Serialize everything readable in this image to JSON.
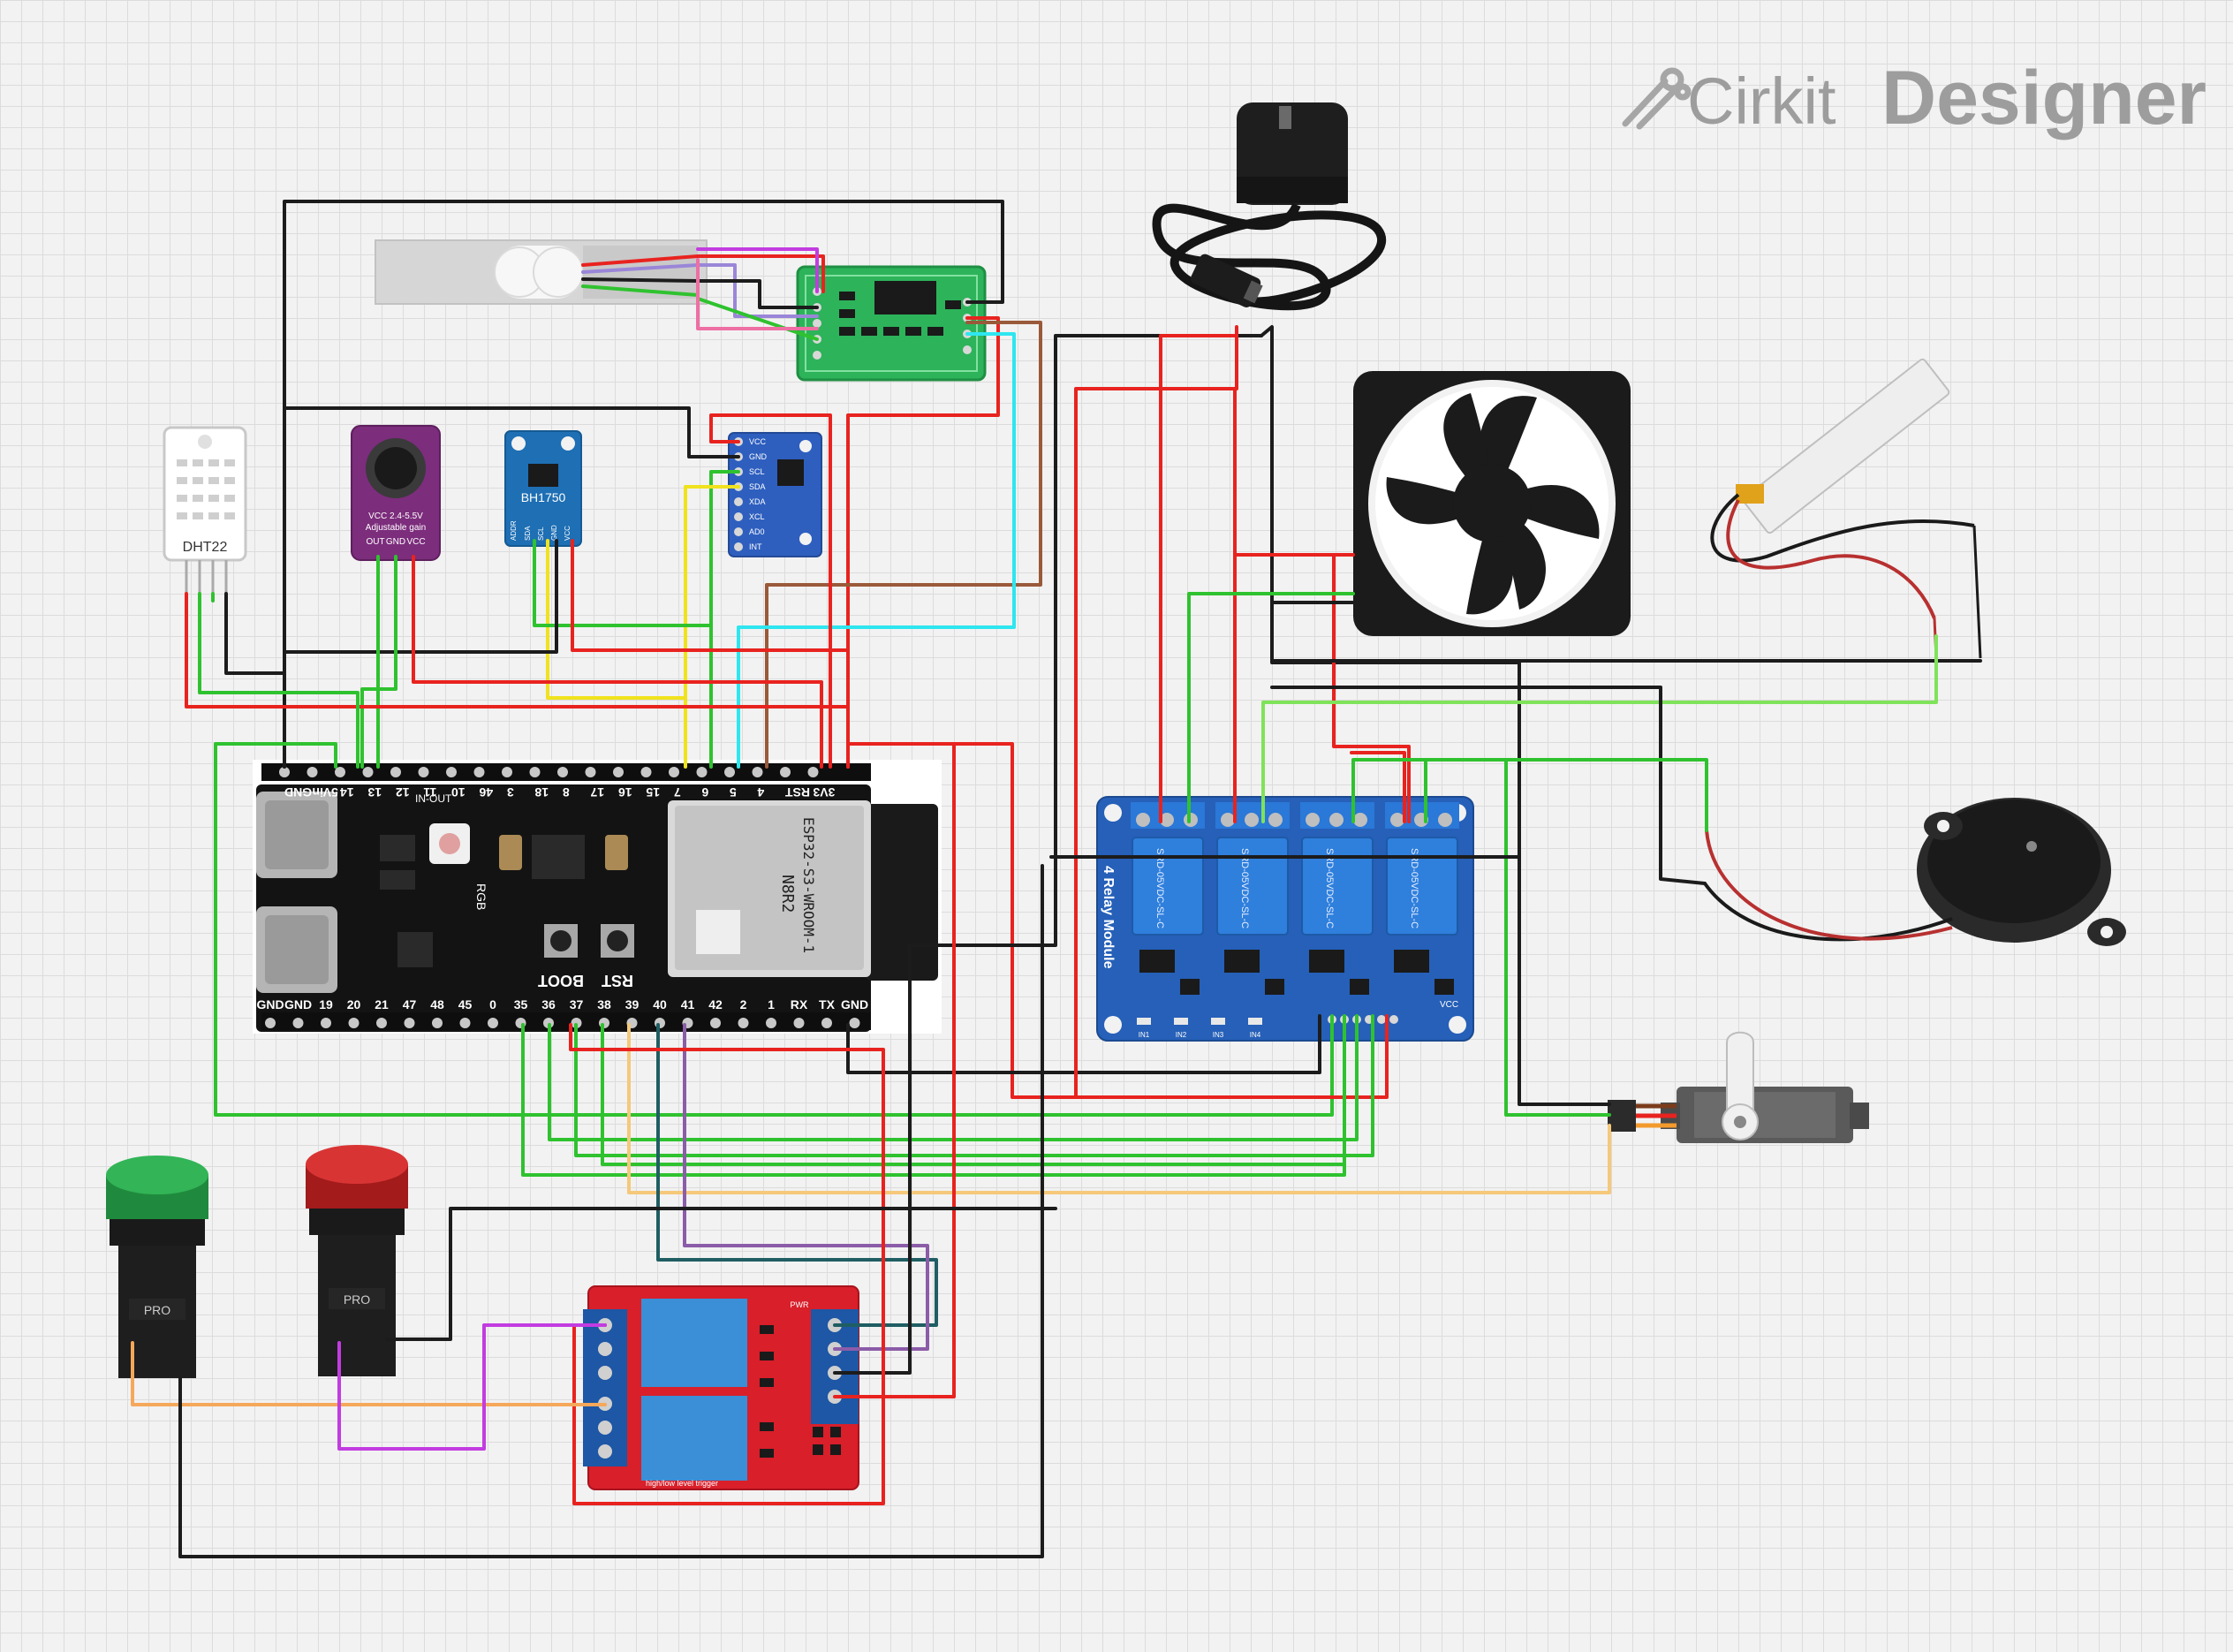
{
  "brand": {
    "prefix": "Cirkit",
    "suffix": "Designer",
    "logo_icon": "cirkit-logo-icon"
  },
  "dht22": {
    "label": "DHT22"
  },
  "max9814": {
    "line1": "VCC 2.4-5.5V",
    "line2": "Adjustable gain",
    "pins": [
      "OUT",
      "GND",
      "VCC"
    ]
  },
  "bh1750": {
    "label": "BH1750",
    "pins": [
      "ADDR",
      "SDA",
      "SCL",
      "GND",
      "VCC"
    ]
  },
  "mpu": {
    "pins": [
      "VCC",
      "GND",
      "SCL",
      "SDA",
      "XDA",
      "XCL",
      "AD0",
      "INT"
    ]
  },
  "esp32": {
    "top_pins": [
      "GND",
      "5Vin",
      "14",
      "13",
      "12",
      "11",
      "10",
      "46",
      "3",
      "18",
      "8",
      "17",
      "16",
      "15",
      "7",
      "6",
      "5",
      "4",
      "RST",
      "3V3"
    ],
    "bottom_pins": [
      "GND",
      "GND",
      "19",
      "20",
      "21",
      "47",
      "48",
      "45",
      "0",
      "35",
      "36",
      "37",
      "38",
      "39",
      "40",
      "41",
      "42",
      "2",
      "1",
      "RX",
      "TX",
      "GND"
    ],
    "module": "ESP32-S3-WROOM-1",
    "variant": "N8R2",
    "in_out": "IN-OUT",
    "rgb": "RGB",
    "boot": "BOOT",
    "rst": "RST"
  },
  "relay4": {
    "title": "4 Relay Module",
    "relay_text": "SRD-05VDC-SL-C",
    "inputs": [
      "IN1",
      "IN2",
      "IN3",
      "IN4"
    ],
    "vcc": "VCC"
  },
  "relay2": {
    "footer": "high/low level trigger",
    "pwr": "PWR"
  },
  "lamps": {
    "brand": "PRO"
  },
  "colors": {
    "red": "#e8231f",
    "black": "#1c1c1c",
    "green": "#2fc22f",
    "lime": "#7fe35a",
    "cyan": "#2ee6ef",
    "yellow": "#f0e21e",
    "brown": "#9a5a3a",
    "purple": "#8b5ca8",
    "magenta": "#c23ce0",
    "orange": "#f5a85a",
    "teal": "#1f5e63",
    "pink": "#ee6fa3",
    "lavender": "#9a86d8"
  }
}
